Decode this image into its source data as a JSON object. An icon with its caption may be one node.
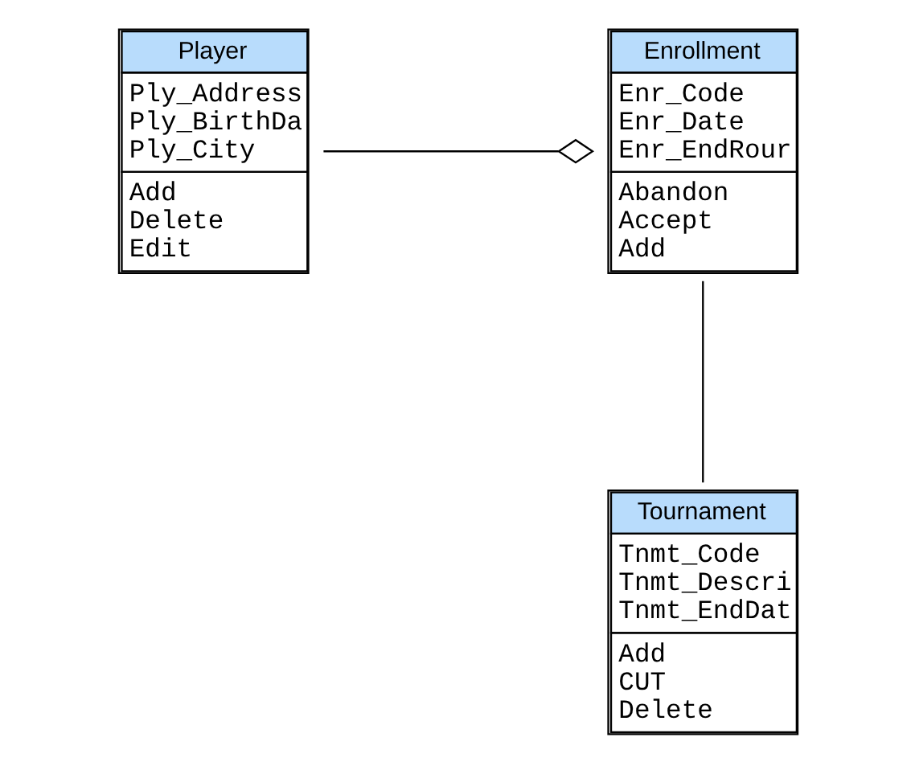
{
  "diagram": {
    "nodes": [
      {
        "text": [
          "Player",
          "Ply_Address Ply_BirthDa Ply_City",
          "Add Delete Edit"
        ]
      },
      {
        "text": [
          "Enrollment",
          "Enr_Code Enr_Date Enr_EndRour",
          "Abandon Accept Add"
        ]
      },
      {
        "text": [
          "Tournament",
          "Tnmt_Code Tnmt_Descri Tnmt_EndDat",
          "Add CUT Delete"
        ]
      }
    ],
    "edges": [
      {
        "from": 0,
        "to": 1,
        "arrow": "other"
      },
      {
        "from": 1,
        "to": 2,
        "arrow": "none"
      }
    ]
  }
}
